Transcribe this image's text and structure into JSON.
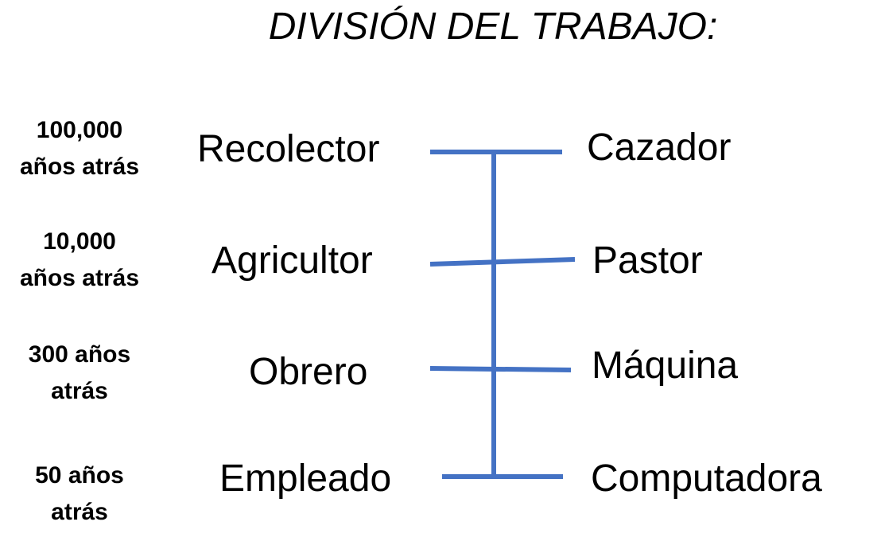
{
  "title": "DIVISIÓN DEL TRABAJO:",
  "line_color": "#4472C4",
  "rows": [
    {
      "era_line1": "100,000",
      "era_line2": "años atrás",
      "left": "Recolector",
      "right": "Cazador"
    },
    {
      "era_line1": "10,000",
      "era_line2": "años atrás",
      "left": "Agricultor",
      "right": "Pastor"
    },
    {
      "era_line1": "300 años",
      "era_line2": "atrás",
      "left": "Obrero",
      "right": "Máquina"
    },
    {
      "era_line1": "50 años",
      "era_line2": "atrás",
      "left": "Empleado",
      "right": "Computadora"
    }
  ]
}
